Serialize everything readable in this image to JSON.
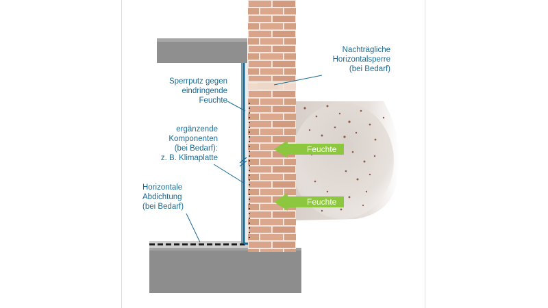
{
  "labels": {
    "top_right": [
      "Nachträgliche",
      "Horizontalsperre",
      "(bei Bedarf)"
    ],
    "sperrputz": [
      "Sperrputz gegen",
      "eindringende",
      "Feuchte"
    ],
    "komponenten": [
      "ergänzende",
      "Komponenten",
      "(bei Bedarf):",
      "z. B. Klimaplatte"
    ],
    "abdichtung": [
      "Horizontale",
      "Abdichtung",
      "(bei Bedarf)"
    ],
    "arrow_1": "Feuchte",
    "arrow_2": "Feuchte"
  },
  "colors": {
    "label_text": "#1b6a93",
    "brick": "#d9a48a",
    "mortar": "#f4e9e2",
    "concrete": "#8f8f8f",
    "arrow": "#8dc63f",
    "membrane": "#1b6a93"
  }
}
